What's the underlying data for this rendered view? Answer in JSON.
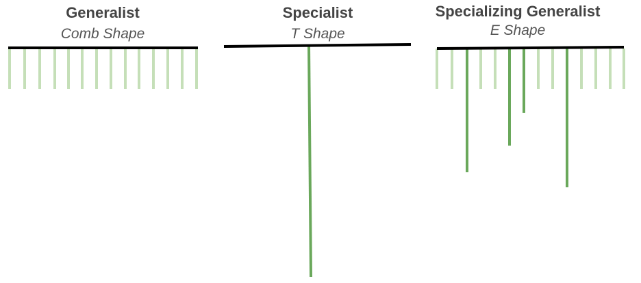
{
  "colors": {
    "bar": "#000000",
    "light_tine": "#c5dfb8",
    "dark_tine": "#6aa85b",
    "title": "#444444",
    "subtitle": "#555555"
  },
  "panels": [
    {
      "id": "generalist",
      "title": "Generalist",
      "subtitle": "Comb Shape"
    },
    {
      "id": "specialist",
      "title": "Specialist",
      "subtitle": "T Shape"
    },
    {
      "id": "specializing-generalist",
      "title": "Specializing Generalist",
      "subtitle": "E Shape"
    }
  ]
}
